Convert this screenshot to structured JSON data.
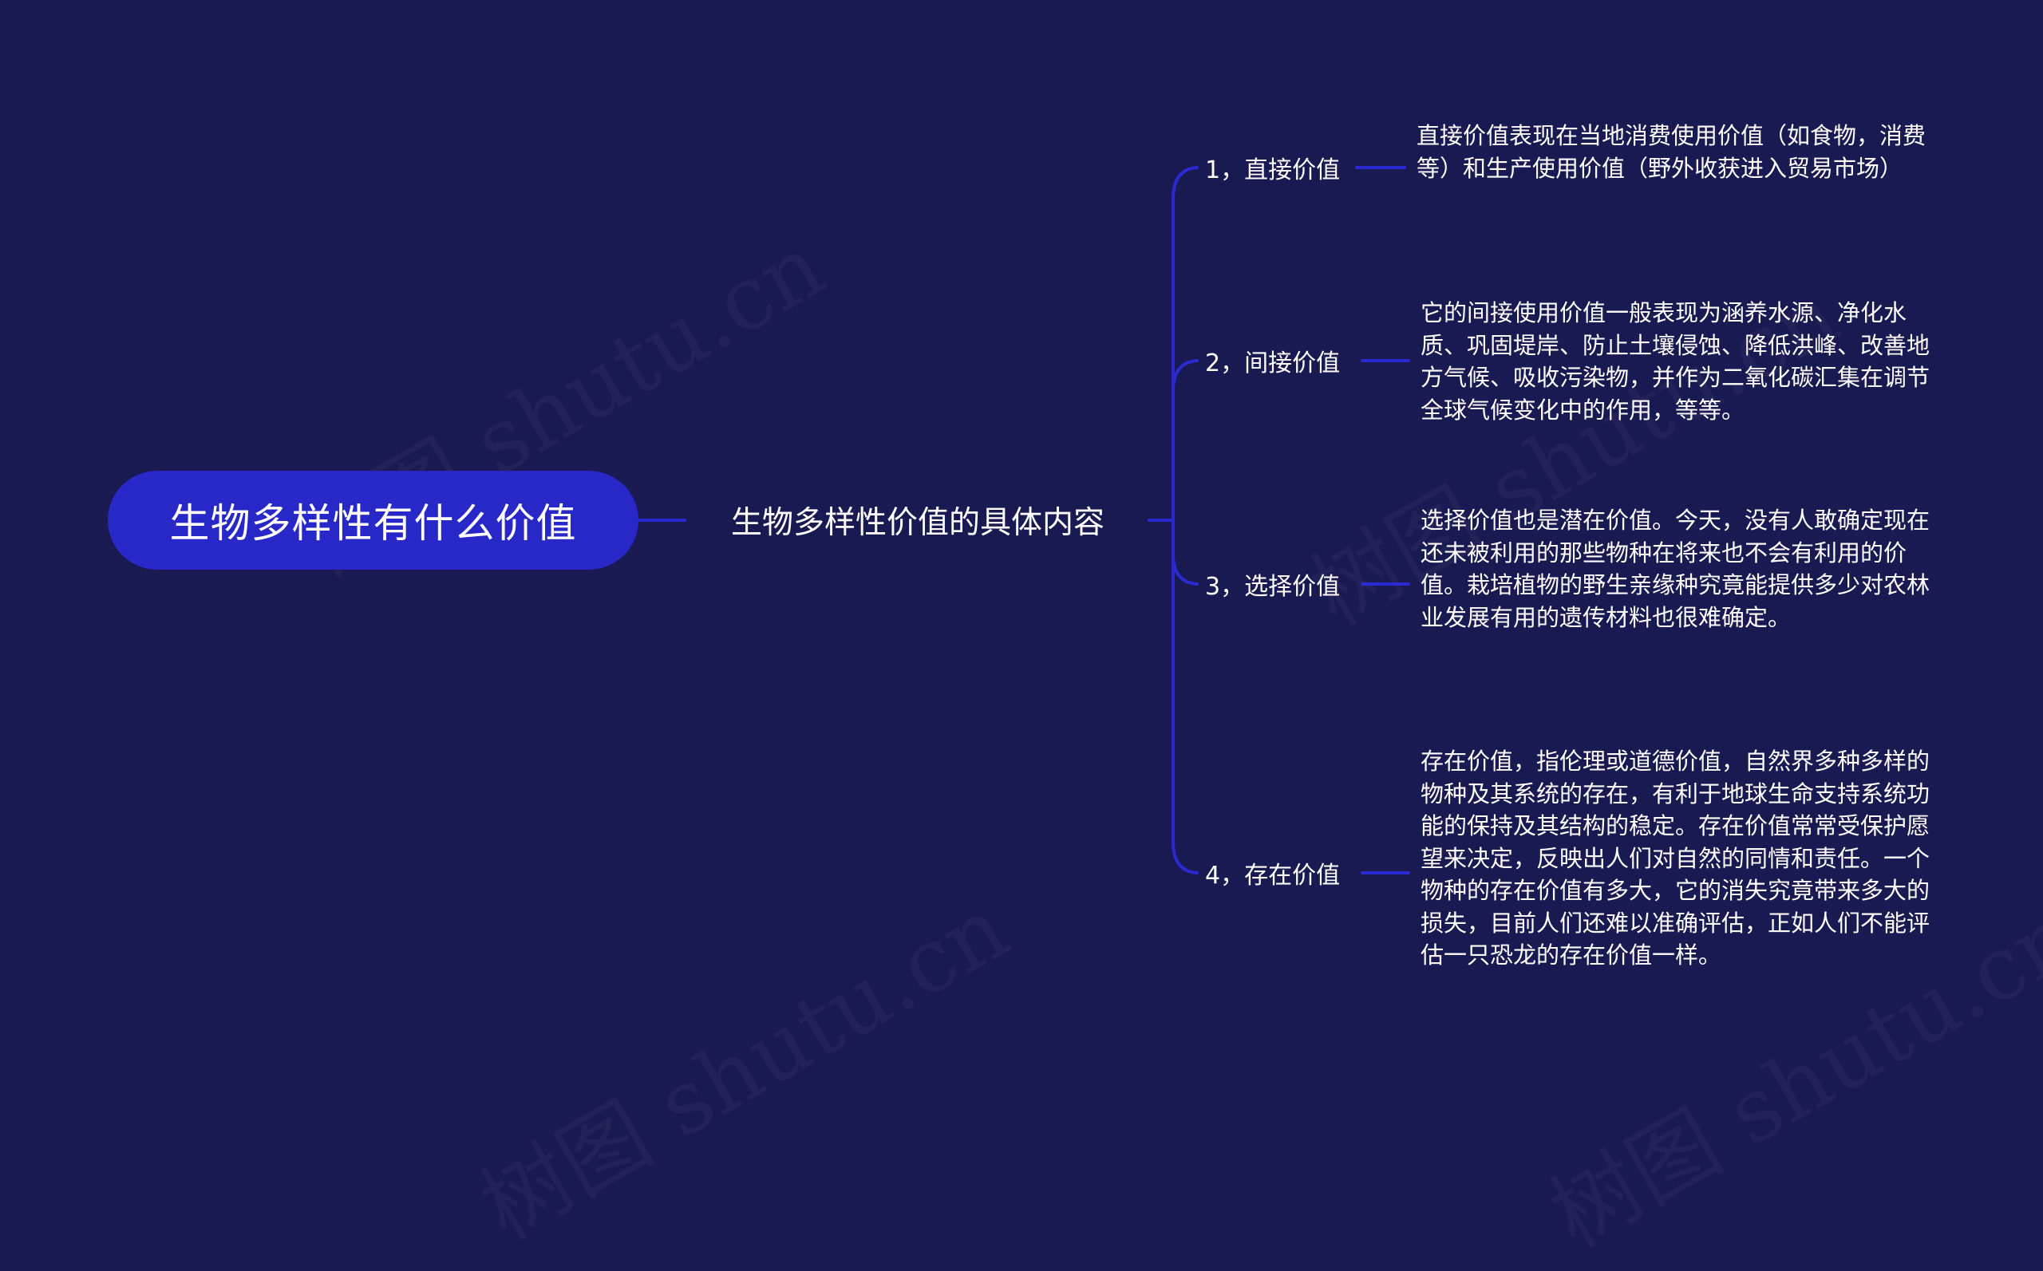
{
  "mindmap": {
    "root": {
      "label": "生物多样性有什么价值"
    },
    "topic": {
      "label": "生物多样性价值的具体内容"
    },
    "branches": [
      {
        "label": "1，直接价值",
        "detail": "直接价值表现在当地消费使用价值（如食物，消费等）和生产使用价值（野外收获进入贸易市场）"
      },
      {
        "label": "2，间接价值",
        "detail": "它的间接使用价值一般表现为涵养水源、净化水质、巩固堤岸、防止土壤侵蚀、降低洪峰、改善地方气候、吸收污染物，并作为二氧化碳汇集在调节全球气候变化中的作用，等等。"
      },
      {
        "label": "3，选择价值",
        "detail": "选择价值也是潜在价值。今天，没有人敢确定现在还未被利用的那些物种在将来也不会有利用的价值。栽培植物的野生亲缘种究竟能提供多少对农林业发展有用的遗传材料也很难确定。"
      },
      {
        "label": "4，存在价值",
        "detail": "存在价值，指伦理或道德价值，自然界多种多样的物种及其系统的存在，有利于地球生命支持系统功能的保持及其结构的稳定。存在价值常常受保护愿望来决定，反映出人们对自然的同情和责任。一个物种的存在价值有多大，它的消失究竟带来多大的损失，目前人们还难以准确评估，正如人们不能评估一只恐龙的存在价值一样。"
      }
    ]
  },
  "watermark": {
    "text": "树图 shutu.cn"
  },
  "colors": {
    "background": "#1a1a52",
    "root_fill": "#2828c8",
    "connector": "#2a2ad0",
    "text": "#ffffff"
  }
}
